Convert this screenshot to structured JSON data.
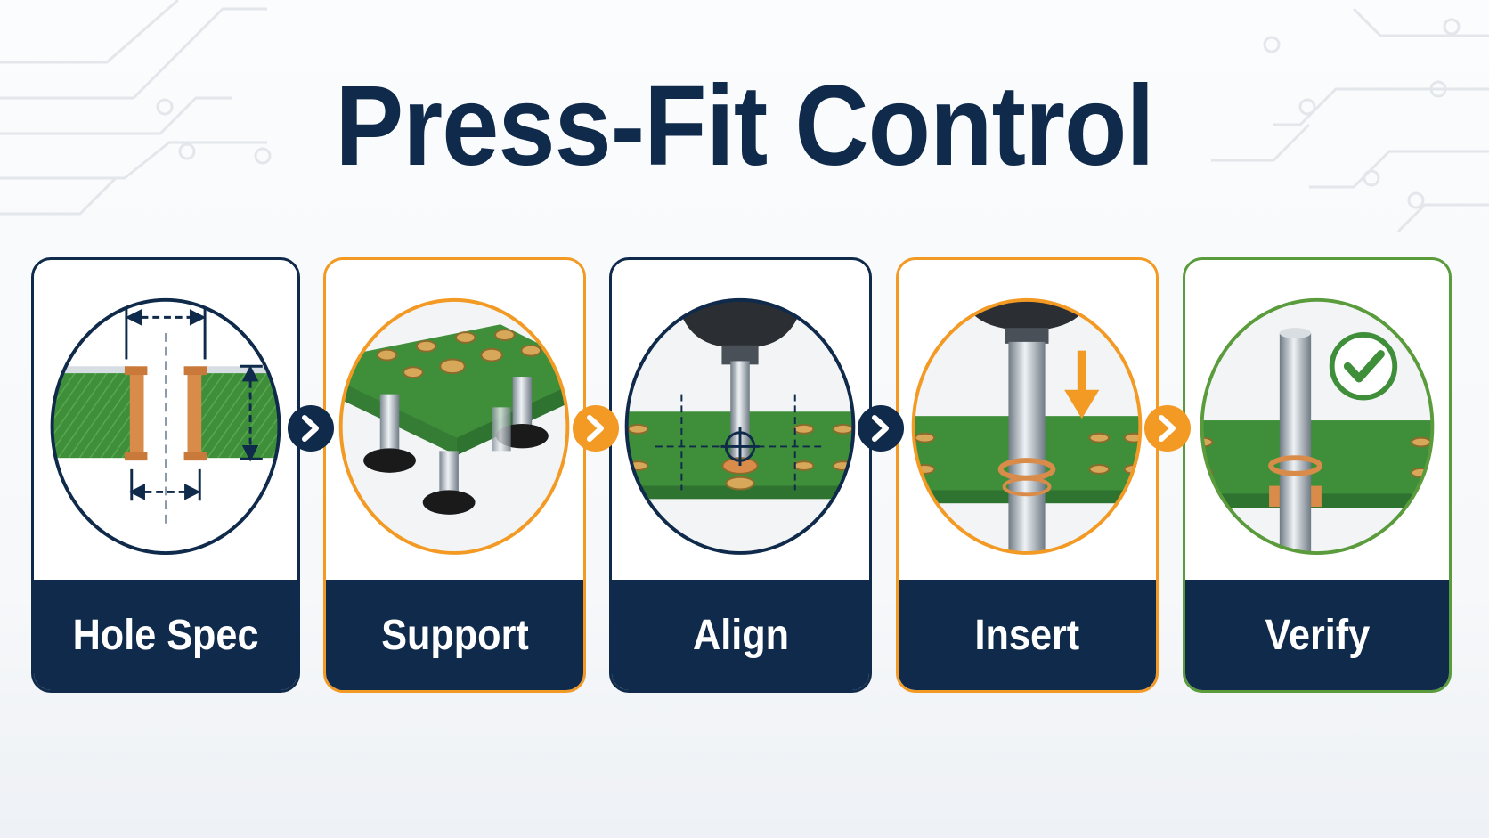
{
  "title": "Press-Fit Control",
  "colors": {
    "navy": "#0f2a4a",
    "orange": "#f39a25",
    "green": "#5a9b3c",
    "pcb_green": "#3f8f3a",
    "copper": "#d98b4a"
  },
  "steps": [
    {
      "label": "Hole Spec",
      "border": "navy",
      "icon": "hole-cross-section-icon"
    },
    {
      "label": "Support",
      "border": "orange",
      "icon": "support-pins-icon"
    },
    {
      "label": "Align",
      "border": "navy",
      "icon": "align-crosshair-icon"
    },
    {
      "label": "Insert",
      "border": "orange",
      "icon": "insert-arrow-icon"
    },
    {
      "label": "Verify",
      "border": "green",
      "icon": "check-icon"
    }
  ],
  "connectors": [
    {
      "icon": "chevron-right-icon",
      "color": "navy"
    },
    {
      "icon": "chevron-right-icon",
      "color": "orange"
    },
    {
      "icon": "chevron-right-icon",
      "color": "navy"
    },
    {
      "icon": "chevron-right-icon",
      "color": "orange"
    }
  ]
}
